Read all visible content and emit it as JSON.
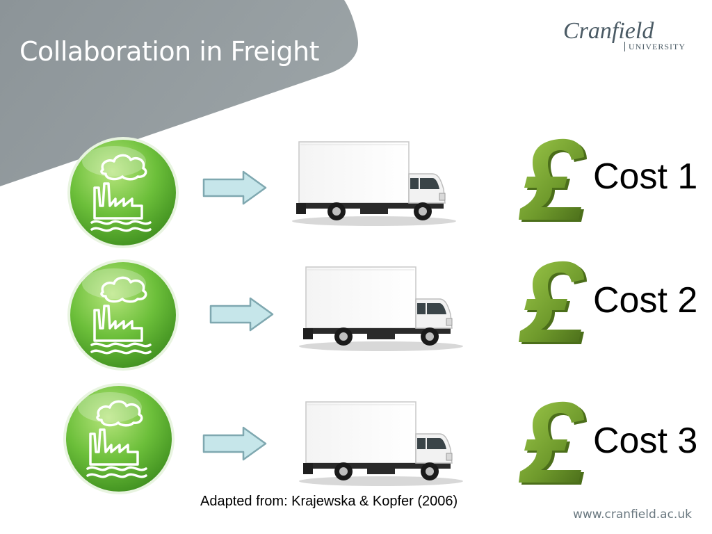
{
  "slide": {
    "title": "Collaboration in Freight",
    "logo": {
      "name": "Cranfield",
      "subtitle": "UNIVERSITY"
    },
    "url": "www.cranfield.ac.uk",
    "citation": "Adapted from:  Krajewska & Kopfer (2006)"
  },
  "rows": [
    {
      "cost_label": "Cost 1",
      "icons": [
        "factory-icon",
        "arrow-right-icon",
        "truck-icon",
        "pound-icon"
      ]
    },
    {
      "cost_label": "Cost 2",
      "icons": [
        "factory-icon",
        "arrow-right-icon",
        "truck-icon",
        "pound-icon"
      ]
    },
    {
      "cost_label": "Cost 3",
      "icons": [
        "factory-icon",
        "arrow-right-icon",
        "truck-icon",
        "pound-icon"
      ]
    }
  ],
  "colors": {
    "banner": "#8a9397",
    "factory_green": "#6cbf3a",
    "arrow_fill": "#c6e6ea",
    "arrow_stroke": "#7fa8b0",
    "pound_green": "#6f9a2c"
  }
}
